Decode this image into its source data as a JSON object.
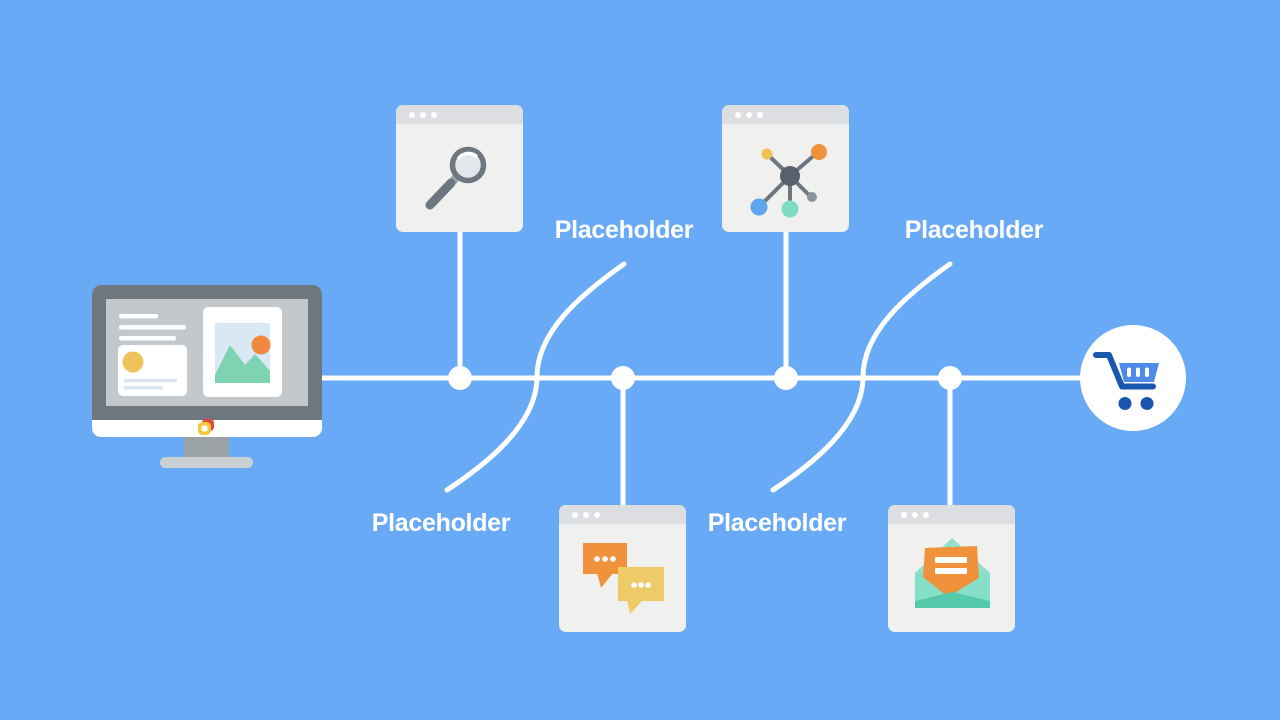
{
  "slide": {
    "type": "ecommerce-timeline-infographic",
    "background_color": "#69AAF7",
    "connector_color": "#FFFFFF"
  },
  "labels": {
    "top_left": "Placeholder",
    "top_right": "Placeholder",
    "bottom_left": "Placeholder",
    "bottom_right": "Placeholder"
  },
  "timeline": {
    "node_count": 4,
    "start_illustration": "desktop-monitor",
    "end_illustration": "shopping-cart-badge"
  },
  "windows": [
    {
      "icon": "search-icon",
      "position": "top-left"
    },
    {
      "icon": "network-icon",
      "position": "top-right"
    },
    {
      "icon": "chat-icon",
      "position": "bottom-left"
    },
    {
      "icon": "email-icon",
      "position": "bottom-right"
    }
  ],
  "colors": {
    "orange": "#F0913C",
    "sun_orange": "#F0883F",
    "yellow": "#EECB66",
    "circle_yellow": "#EFC35C",
    "teal": "#66D2B5",
    "mint": "#8FE0CA",
    "cart_blue": "#4C8BE8",
    "cart_dark_blue": "#1B57AE",
    "slate_gray": "#6E7780",
    "window_body": "#F0F0EE",
    "window_header": "#DCDEE1",
    "monitor_screen": "#C3C8CC",
    "label_text": "#FFFFFF"
  }
}
